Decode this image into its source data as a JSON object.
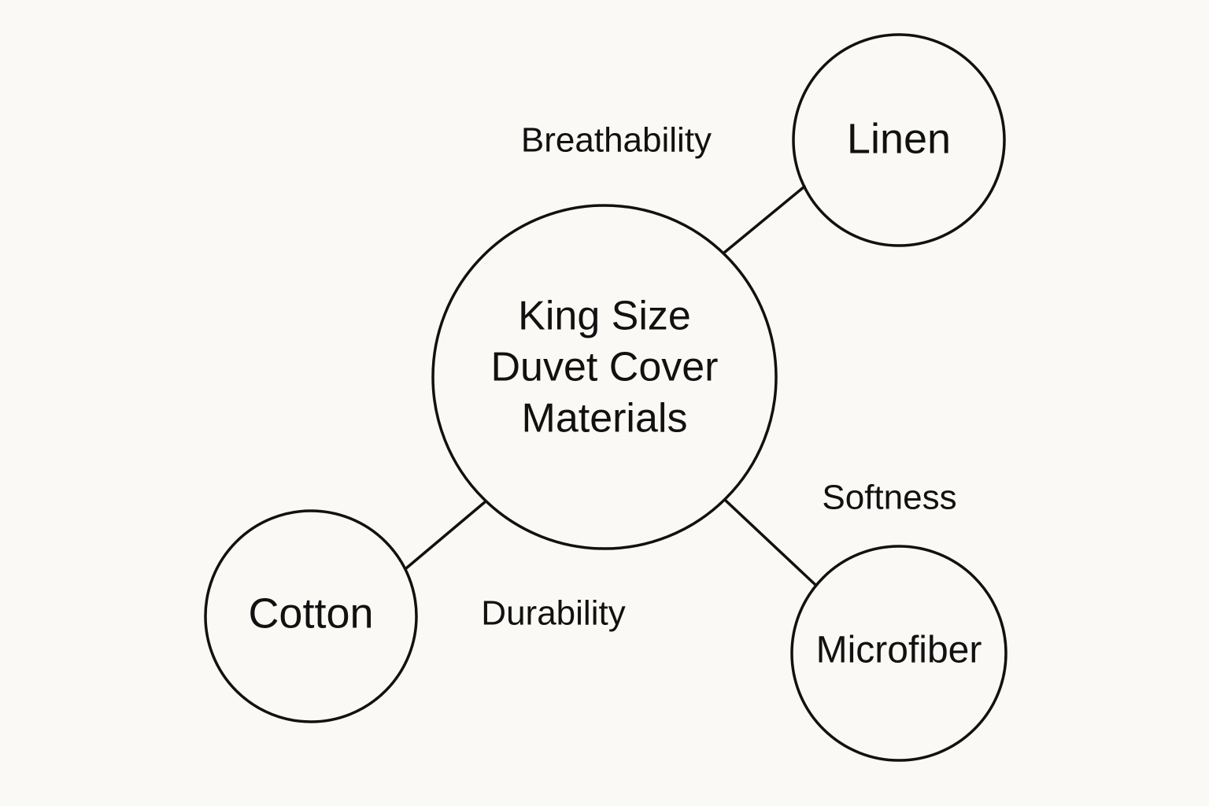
{
  "diagram": {
    "center": {
      "lines": [
        "King Size",
        "Duvet Cover",
        "Materials"
      ]
    },
    "nodes": {
      "linen": "Linen",
      "cotton": "Cotton",
      "microfiber": "Microfiber"
    },
    "attributes": {
      "breathability": "Breathability",
      "durability": "Durability",
      "softness": "Softness"
    }
  }
}
